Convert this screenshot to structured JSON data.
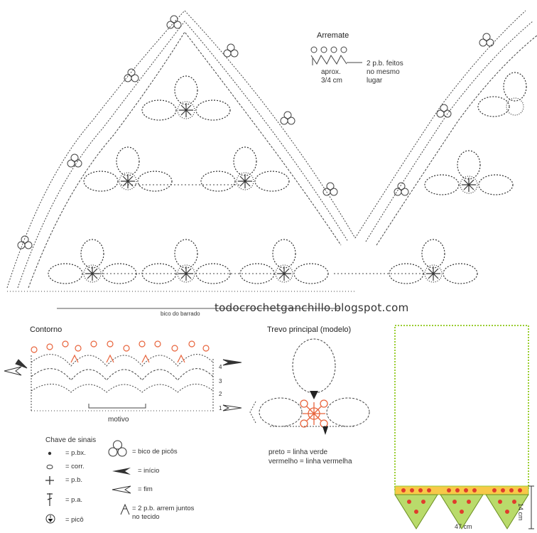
{
  "arremate": {
    "title": "Arremate",
    "aprox": "aprox.",
    "measure": "3/4 cm",
    "note_line1": "2 p.b. feitos",
    "note_line2": "no mesmo",
    "note_line3": "lugar"
  },
  "main_chart": {
    "caption": "bico do barrado",
    "blog": "todocrochetganchillo.blogspot.com"
  },
  "contorno": {
    "title": "Contorno",
    "row_numbers": [
      "4",
      "3",
      "2",
      "1"
    ],
    "motivo": "motivo"
  },
  "trevo": {
    "title": "Trevo principal (modelo)",
    "legend_black": "preto = linha verde",
    "legend_red": "vermelho = linha vermelha"
  },
  "chave": {
    "title": "Chave de sinais",
    "items": [
      {
        "icon": "dot-icon",
        "label": "= p.bx."
      },
      {
        "icon": "oval-icon",
        "label": "= corr."
      },
      {
        "icon": "plus-icon",
        "label": "= p.b."
      },
      {
        "icon": "tall-stitch-icon",
        "label": "= p.a."
      },
      {
        "icon": "picot-icon",
        "label": "= picô"
      }
    ],
    "items_right": [
      {
        "icon": "picot-cluster-icon",
        "label": "= bico de picôs"
      },
      {
        "icon": "start-arrow-icon",
        "label": "= início"
      },
      {
        "icon": "end-arrow-icon",
        "label": "= fim"
      },
      {
        "icon": "joined-sc-icon",
        "label": "= 2 p.b. arrem juntos",
        "label2": "no tecido"
      }
    ]
  },
  "towel": {
    "width": "47 cm",
    "height": "14 cm"
  },
  "colors": {
    "ink": "#333333",
    "red": "#e8643c",
    "green": "#9acd32",
    "orange_fill": "#f4a460"
  }
}
